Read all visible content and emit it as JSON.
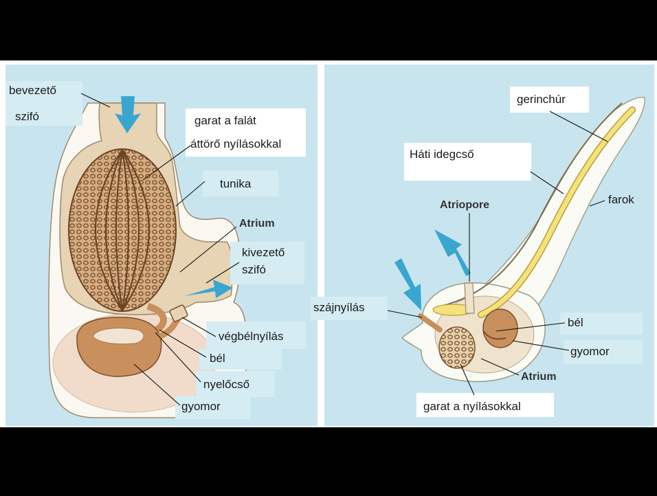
{
  "adult": {
    "incurrent_siphon": [
      "bevezető",
      "szifó"
    ],
    "pharynx": [
      "garat a falát",
      "áttörő nyílásokkal"
    ],
    "tunic": "tunika",
    "atrium": "Atrium",
    "excurrent_siphon": [
      "kivezető",
      "szifó"
    ],
    "anus": "végbélnyílás",
    "intestine": "bél",
    "esophagus": "nyelőcső",
    "stomach": "gyomor"
  },
  "larva": {
    "notochord": "gerinchúr",
    "dorsal_nerve_cord": "Háti idegcső",
    "tail": "farok",
    "atriopore": "Atriopore",
    "mouth": "szájnyílás",
    "intestine": "bél",
    "stomach": "gyomor",
    "atrium": "Atrium",
    "pharynx": "garat a nyílásokkal"
  },
  "colors": {
    "background": "#000000",
    "panel": "#c8e5ef",
    "water_flow_arrow": "#3aa6cf",
    "tunic": "#fbf8f1",
    "body": "#e6d4b4",
    "gut": "#c98f5c",
    "notochord": "#f4e27a"
  }
}
